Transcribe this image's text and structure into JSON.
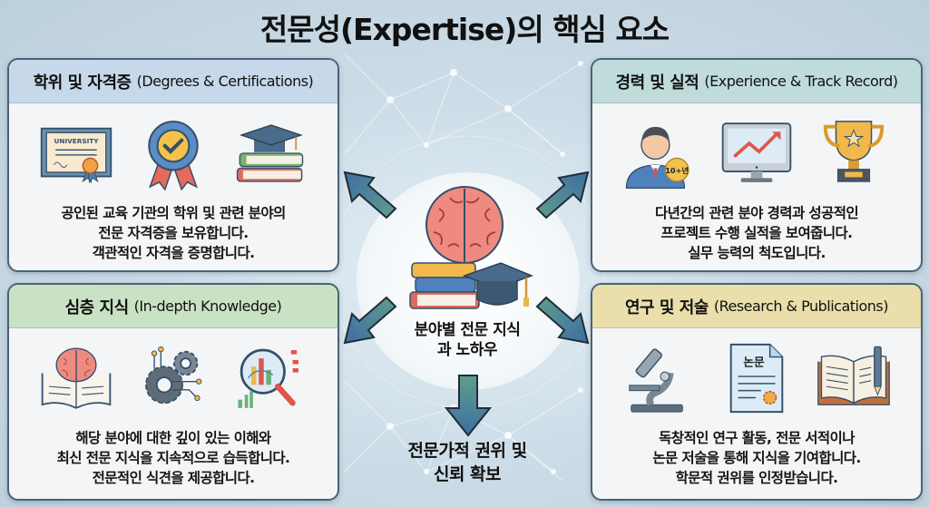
{
  "title": "전문성(Expertise)의 핵심 요소",
  "center": {
    "label_line1": "분야별 전문 지식",
    "label_line2": "과 노하우",
    "icon": "brain-books-graduation-cap-icon"
  },
  "bottom": {
    "label_line1": "전문가적 권위 및",
    "label_line2": "신뢰 확보"
  },
  "panels": [
    {
      "title_ko": "학위 및 자격증",
      "title_en": "(Degrees & Certifications)",
      "header_color": "#c6d8ea",
      "icons": [
        "diploma-certificate-icon",
        "award-badge-check-icon",
        "books-graduation-cap-icon"
      ],
      "diploma_text": "UNIVERSITY",
      "lines": [
        "공인된 교육 기관의 학위 및 관련 분야의",
        "전문 자격증을 보유합니다.",
        "객관적인 자격을 증명합니다."
      ]
    },
    {
      "title_ko": "경력 및 실적",
      "title_en": "(Experience & Track Record)",
      "header_color": "#bfdcdb",
      "icons": [
        "professional-person-icon",
        "monitor-growth-chart-icon",
        "trophy-icon"
      ],
      "badge_text": "10+년",
      "lines": [
        "다년간의 관련 분야 경력과 성공적인",
        "프로젝트 수행 실적을 보여줍니다.",
        "실무 능력의 척도입니다."
      ]
    },
    {
      "title_ko": "심층 지식",
      "title_en": "(In-depth Knowledge)",
      "header_color": "#c9e2c3",
      "icons": [
        "brain-book-icon",
        "gears-circuit-icon",
        "magnifier-chart-icon"
      ],
      "lines": [
        "해당 분야에 대한 깊이 있는 이해와",
        "최신 전문 지식을 지속적으로 습득합니다.",
        "전문적인 식견을 제공합니다."
      ]
    },
    {
      "title_ko": "연구 및 저술",
      "title_en": "(Research & Publications)",
      "header_color": "#eadfab",
      "icons": [
        "microscope-icon",
        "paper-document-icon",
        "open-book-pen-icon"
      ],
      "paper_text": "논문",
      "lines": [
        "독창적인 연구 활동, 전문 서적이나",
        "논문 저술을 통해 지식을 기여합니다.",
        "학문적 권위를 인정받습니다."
      ]
    }
  ],
  "colors": {
    "panel_border": "#4a6375",
    "arrow_start": "#5e9e8a",
    "arrow_end": "#3f6ea3"
  }
}
